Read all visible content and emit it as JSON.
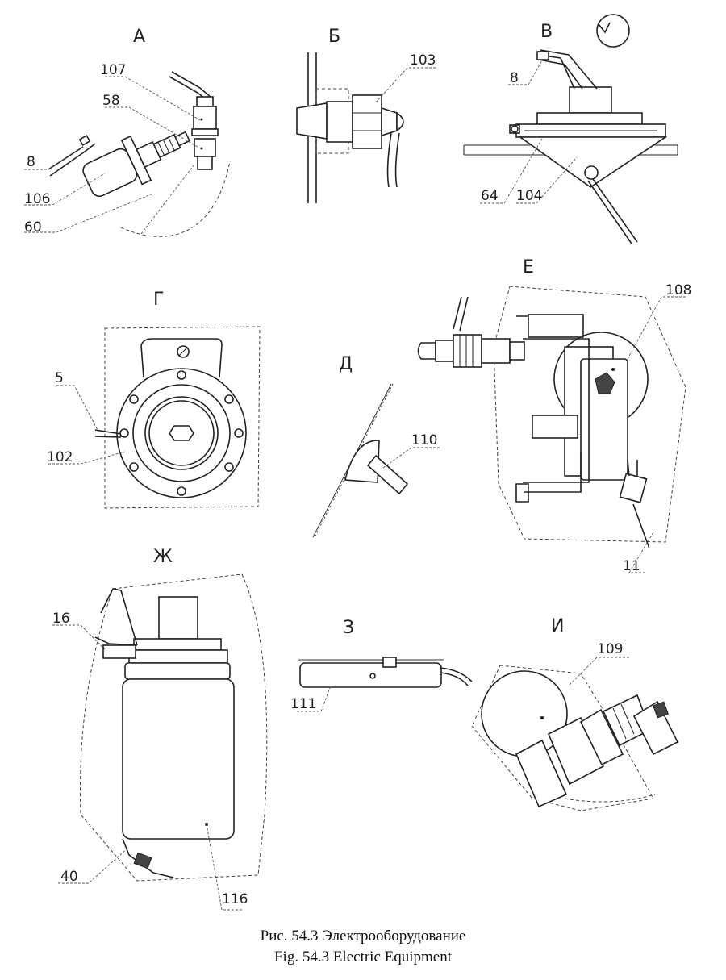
{
  "views": {
    "A": "А",
    "B": "Б",
    "V": "В",
    "G": "Г",
    "D": "Д",
    "E": "Е",
    "Zh": "Ж",
    "Z": "З",
    "I": "И"
  },
  "callouts": {
    "a_107": "107",
    "a_58": "58",
    "a_8": "8",
    "a_106": "106",
    "a_60": "60",
    "b_103": "103",
    "v_8": "8",
    "v_64": "64",
    "v_104": "104",
    "g_5": "5",
    "g_102": "102",
    "d_110": "110",
    "e_108": "108",
    "e_11": "11",
    "zh_16": "16",
    "zh_40": "40",
    "zh_116": "116",
    "z_111": "111",
    "i_109": "109"
  },
  "caption": {
    "ru": "Рис. 54.3 Электрооборудование",
    "en": "Fig. 54.3 Electric Equipment"
  }
}
